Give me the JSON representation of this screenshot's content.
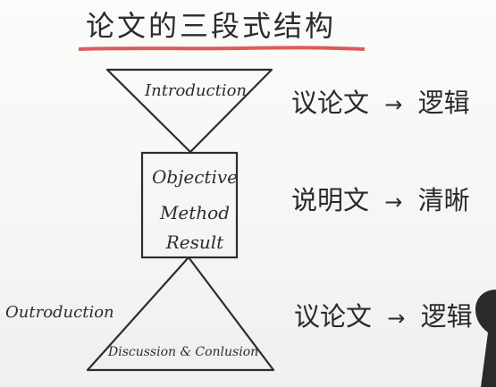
{
  "title": "论文的三段式结构",
  "diagram": {
    "intro_label": "Introduction",
    "middle_box": [
      "Objective",
      "Method",
      "Result"
    ],
    "outro_label": "Outroduction",
    "bottom_label": "Discussion & Conlusion"
  },
  "right_column": [
    {
      "left": "议论文",
      "arrow": "→",
      "right": "逻辑"
    },
    {
      "left": "说明文",
      "arrow": "→",
      "right": "清晰"
    },
    {
      "left": "议论文",
      "arrow": "→",
      "right": "逻辑"
    }
  ],
  "colors": {
    "ink": "#2d2d2d",
    "underline": "#e05a5a",
    "board": "#f6f6f4"
  },
  "icons": {
    "person": "person-silhouette-icon"
  }
}
